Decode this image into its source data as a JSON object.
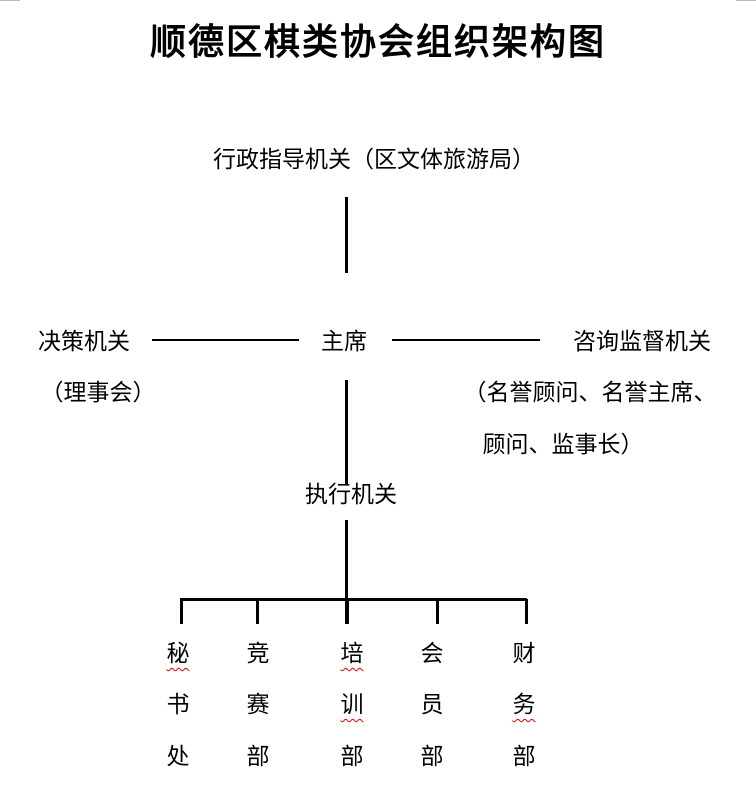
{
  "title": "顺德区棋类协会组织架构图",
  "nodes": {
    "supervisor": "行政指导机关（区文体旅游局）",
    "chairman": "主席",
    "decision": "决策机关",
    "decision_sub": "（理事会）",
    "advisory": "咨询监督机关",
    "advisory_sub1": "（名誉顾问、名誉主席、",
    "advisory_sub2": "顾问、监事长）",
    "executive": "执行机关"
  },
  "departments": [
    {
      "chars": [
        "秘",
        "书",
        "处"
      ],
      "spell_flag": [
        true,
        false,
        false
      ]
    },
    {
      "chars": [
        "竞",
        "赛",
        "部"
      ],
      "spell_flag": [
        false,
        false,
        false
      ]
    },
    {
      "chars": [
        "培",
        "训",
        "部"
      ],
      "spell_flag": [
        true,
        true,
        false
      ]
    },
    {
      "chars": [
        "会",
        "员",
        "部"
      ],
      "spell_flag": [
        false,
        false,
        false
      ]
    },
    {
      "chars": [
        "财",
        "务",
        "部"
      ],
      "spell_flag": [
        false,
        true,
        false
      ]
    }
  ]
}
